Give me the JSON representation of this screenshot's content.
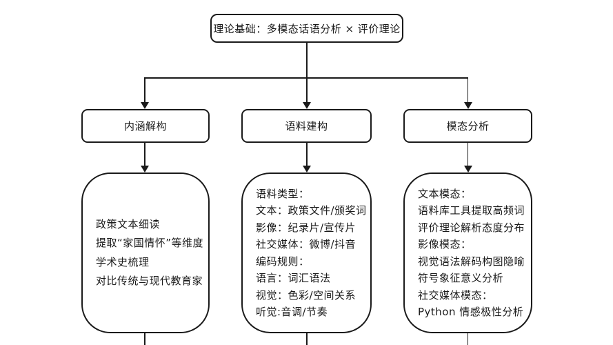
{
  "diagram": {
    "title": "理论基础：多模态话语分析 × 评价理论",
    "colors": {
      "stroke": "#1a1a1a",
      "text": "#1a1a1a",
      "background": "#ffffff"
    },
    "columns": [
      {
        "heading": "内涵解构",
        "lines": [
          "政策文本细读",
          "提取“家国情怀”等维度",
          "学术史梳理",
          "对比传统与现代教育家"
        ]
      },
      {
        "heading": "语料建构",
        "lines": [
          "语料类型：",
          "文本：政策文件/颁奖词",
          "影像：纪录片/宣传片",
          "社交媒体：微博/抖音",
          "编码规则：",
          "语言：词汇语法",
          "视觉：色彩/空间关系",
          "听觉:音调/节奏"
        ]
      },
      {
        "heading": "模态分析",
        "lines": [
          "文本模态：",
          "语料库工具提取高频词",
          "评价理论解析态度分布",
          "影像模态：",
          "视觉语法解码构图隐喻",
          "符号象征意义分析",
          "社交媒体模态：",
          "Python 情感极性分析"
        ]
      }
    ]
  }
}
